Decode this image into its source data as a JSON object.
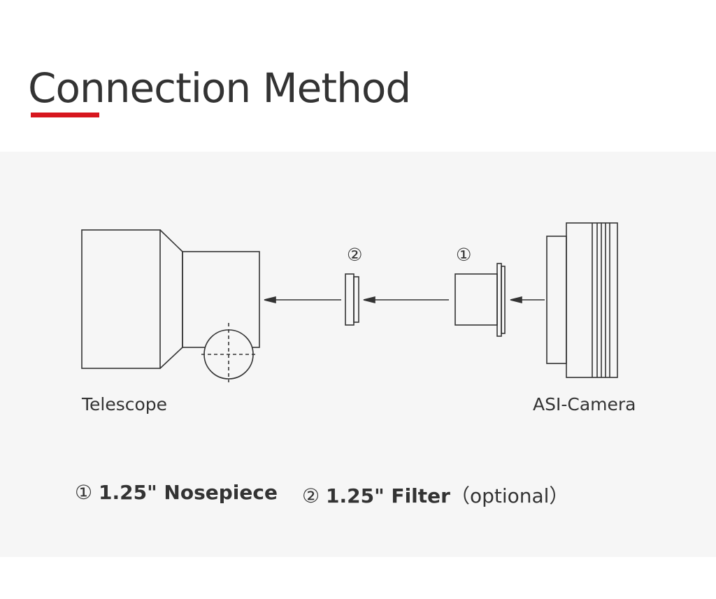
{
  "title": "Connection Method",
  "labels": {
    "telescope": "Telescope",
    "camera": "ASI-Camera",
    "marker1": "①",
    "marker2": "②"
  },
  "legend": [
    {
      "marker": "①",
      "text": "1.25\" Nosepiece"
    },
    {
      "marker": "②",
      "text": "1.25\" Filter",
      "note": "（optional）"
    }
  ],
  "colors": {
    "accent": "#d7161e",
    "panel": "#f6f6f6",
    "line": "#333333"
  }
}
